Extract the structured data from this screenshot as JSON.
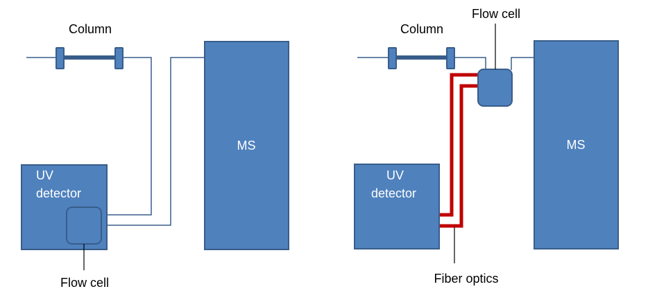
{
  "left_setup": {
    "column_label": "Column",
    "detector_label_line1": "UV",
    "detector_label_line2": "detector",
    "ms_label": "MS",
    "flow_cell_label": "Flow cell"
  },
  "right_setup": {
    "column_label": "Column",
    "flow_cell_label": "Flow cell",
    "detector_label_line1": "UV",
    "detector_label_line2": "detector",
    "ms_label": "MS",
    "fiber_optics_label": "Fiber optics"
  },
  "colors": {
    "box_fill": "#4f81bd",
    "box_border": "#385d8a",
    "fiber": "#c00000"
  }
}
